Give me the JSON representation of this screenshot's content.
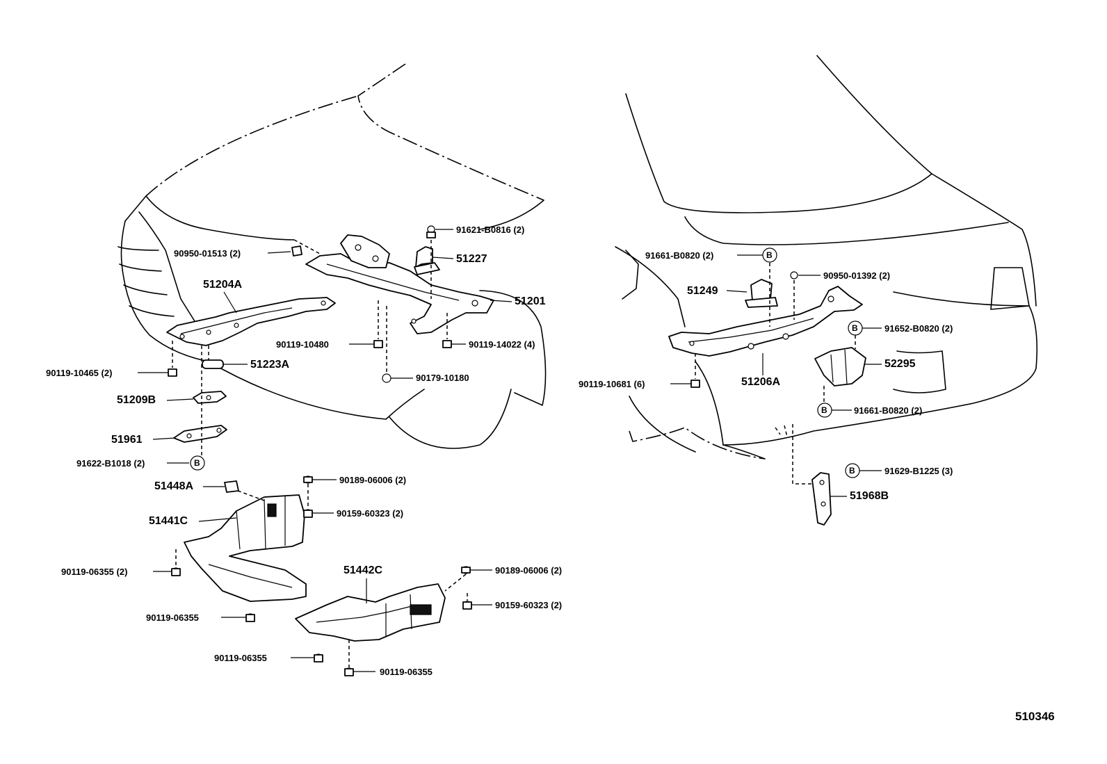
{
  "labels": {
    "p91621_b0816": "91621-B0816 (2)",
    "p51227": "51227",
    "p90950_01513": "90950-01513 (2)",
    "p51204a": "51204A",
    "p51201": "51201",
    "p90119_10480": "90119-10480",
    "p90119_14022": "90119-14022 (4)",
    "p90119_10465": "90119-10465 (2)",
    "p51223a": "51223A",
    "p90179_10180": "90179-10180",
    "p51209b": "51209B",
    "p51961": "51961",
    "p91622_b1018": "91622-B1018 (2)",
    "p51448a": "51448A",
    "p90189_06006_a": "90189-06006 (2)",
    "p51441c": "51441C",
    "p90159_60323_a": "90159-60323 (2)",
    "p90119_06355_a": "90119-06355 (2)",
    "p51442c": "51442C",
    "p90189_06006_b": "90189-06006 (2)",
    "p90159_60323_b": "90159-60323 (2)",
    "p90119_06355_b": "90119-06355",
    "p90119_06355_c": "90119-06355",
    "p90119_06355_d": "90119-06355",
    "p91661_b0820_a": "91661-B0820 (2)",
    "p90950_01392": "90950-01392 (2)",
    "p51249": "51249",
    "p91652_b0820": "91652-B0820 (2)",
    "p52295": "52295",
    "p90119_10681": "90119-10681 (6)",
    "p51206a": "51206A",
    "p91661_b0820_b": "91661-B0820 (2)",
    "p91629_b1225": "91629-B1225 (3)",
    "p51968b": "51968B",
    "circle_letter": "B",
    "diagram_code": "510346"
  }
}
